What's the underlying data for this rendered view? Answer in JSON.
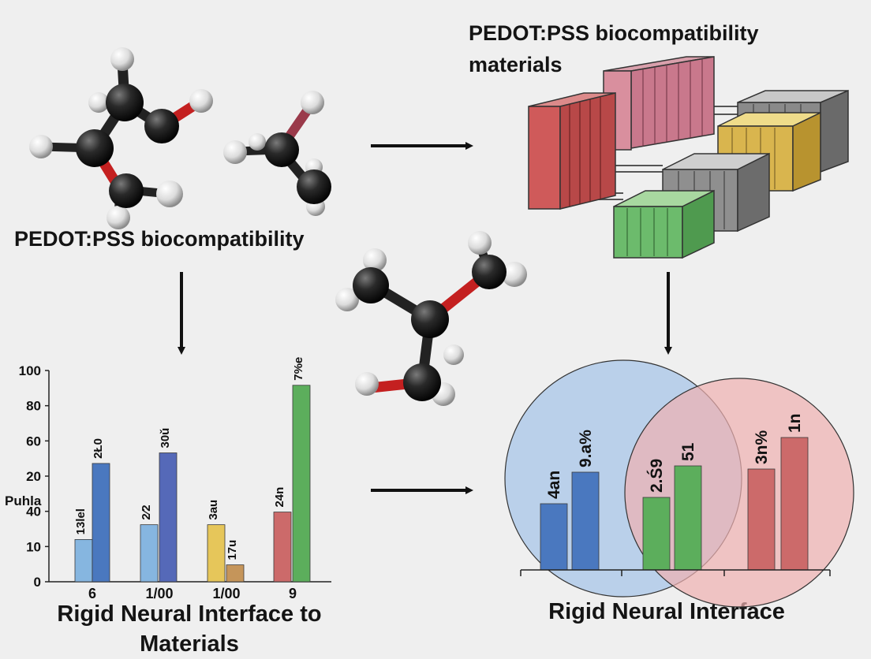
{
  "top_left": {
    "title": "PEDOT:PSS biocompatibility"
  },
  "top_right": {
    "title_line1": "PEDOT:PSS biocompatibility",
    "title_line2": "materials"
  },
  "colors": {
    "blue_light": "#86b6e0",
    "blue_dark": "#4a78bf",
    "blue_deep": "#5569b8",
    "yellow": "#e6c65a",
    "tan": "#c5955a",
    "red": "#cc6a6a",
    "green": "#5cae5c",
    "circle_blue": "#a8c6e8",
    "circle_red": "#efb0b0"
  },
  "chart_data": [
    {
      "type": "bar",
      "title": "Rigid Neural Interface to Materials",
      "ylabel": "Puhla",
      "yticks": [
        "0",
        "10",
        "40",
        "20",
        "60",
        "80",
        "100"
      ],
      "ylim": [
        0,
        100
      ],
      "categories": [
        "6",
        "1/00",
        "1/00",
        "9"
      ],
      "bars": [
        {
          "category": "6",
          "value": 20,
          "label": "13lel",
          "color": "#86b6e0"
        },
        {
          "category": "6",
          "value": 56,
          "label": "2Ł0",
          "color": "#4a78bf"
        },
        {
          "category": "1/00",
          "value": 27,
          "label": "2⁄2",
          "color": "#86b6e0"
        },
        {
          "category": "1/00",
          "value": 61,
          "label": "30ǔ",
          "color": "#5569b8"
        },
        {
          "category": "1/00",
          "value": 27,
          "label": "3au",
          "color": "#e6c65a"
        },
        {
          "category": "1/00",
          "value": 8,
          "label": "17u",
          "color": "#c5955a"
        },
        {
          "category": "9",
          "value": 33,
          "label": "24n",
          "color": "#cc6a6a"
        },
        {
          "category": "9",
          "value": 93,
          "label": "7%e",
          "color": "#5cae5c"
        }
      ]
    },
    {
      "type": "bar",
      "title": "Rigid Neural Interface",
      "bars": [
        {
          "value": 42,
          "label": "4an",
          "color": "#4a78bf"
        },
        {
          "value": 62,
          "label": "9.a%",
          "color": "#4a78bf"
        },
        {
          "value": 46,
          "label": "2.Ś9",
          "color": "#5cae5c"
        },
        {
          "value": 66,
          "label": "51",
          "color": "#5cae5c"
        },
        {
          "value": 64,
          "label": "3n%",
          "color": "#cc6a6a"
        },
        {
          "value": 84,
          "label": "1n",
          "color": "#cc6a6a"
        }
      ]
    }
  ]
}
